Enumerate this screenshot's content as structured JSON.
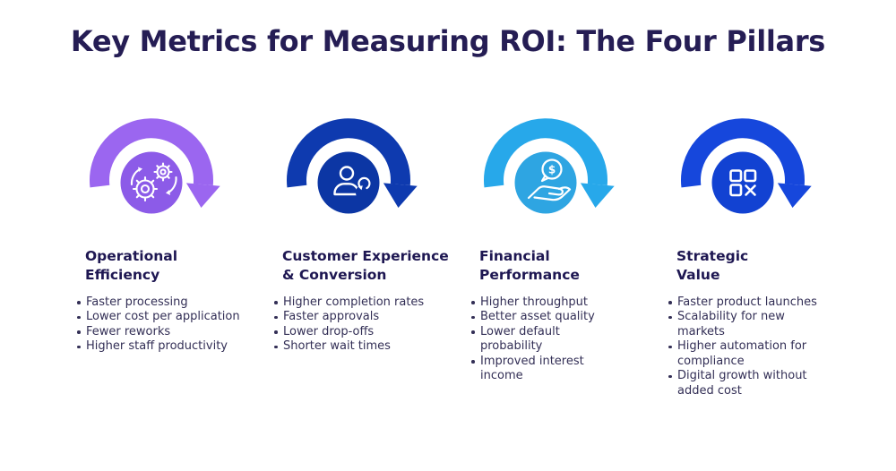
{
  "title": "Key Metrics for Measuring ROI: The Four Pillars",
  "colors": {
    "background": "#FFFFFF",
    "title_text": "#251D54",
    "heading_text": "#1E1752",
    "body_text": "#332F56",
    "icon_stroke": "#FFFFFF"
  },
  "pillars": [
    {
      "id": "operational-efficiency",
      "title": "Operational\nEfficiency",
      "icon": "gears-sync-icon",
      "arc_color": "#9B66F0",
      "badge_color": "#8C5BE8",
      "bullets": [
        "Faster processing",
        "Lower cost per application",
        "Fewer reworks",
        "Higher staff productivity"
      ]
    },
    {
      "id": "customer-experience-conversion",
      "title": "Customer Experience\n& Conversion",
      "icon": "user-refresh-icon",
      "arc_color": "#0E3AAF",
      "badge_color": "#0C36A4",
      "bullets": [
        "Higher completion rates",
        "Faster approvals",
        "Lower drop-offs",
        "Shorter wait times"
      ]
    },
    {
      "id": "financial-performance",
      "title": "Financial\nPerformance",
      "icon": "hand-coin-icon",
      "arc_color": "#27A8EA",
      "badge_color": "#2EA5E2",
      "bullets": [
        "Higher throughput",
        "Better asset quality",
        "Lower default probability",
        "Improved interest income"
      ]
    },
    {
      "id": "strategic-value",
      "title": "Strategic\nValue",
      "icon": "modules-icon",
      "arc_color": "#1647DC",
      "badge_color": "#1242D2",
      "bullets": [
        "Faster product launches",
        "Scalability for new markets",
        "Higher automation for compliance",
        "Digital growth without added cost"
      ]
    }
  ]
}
